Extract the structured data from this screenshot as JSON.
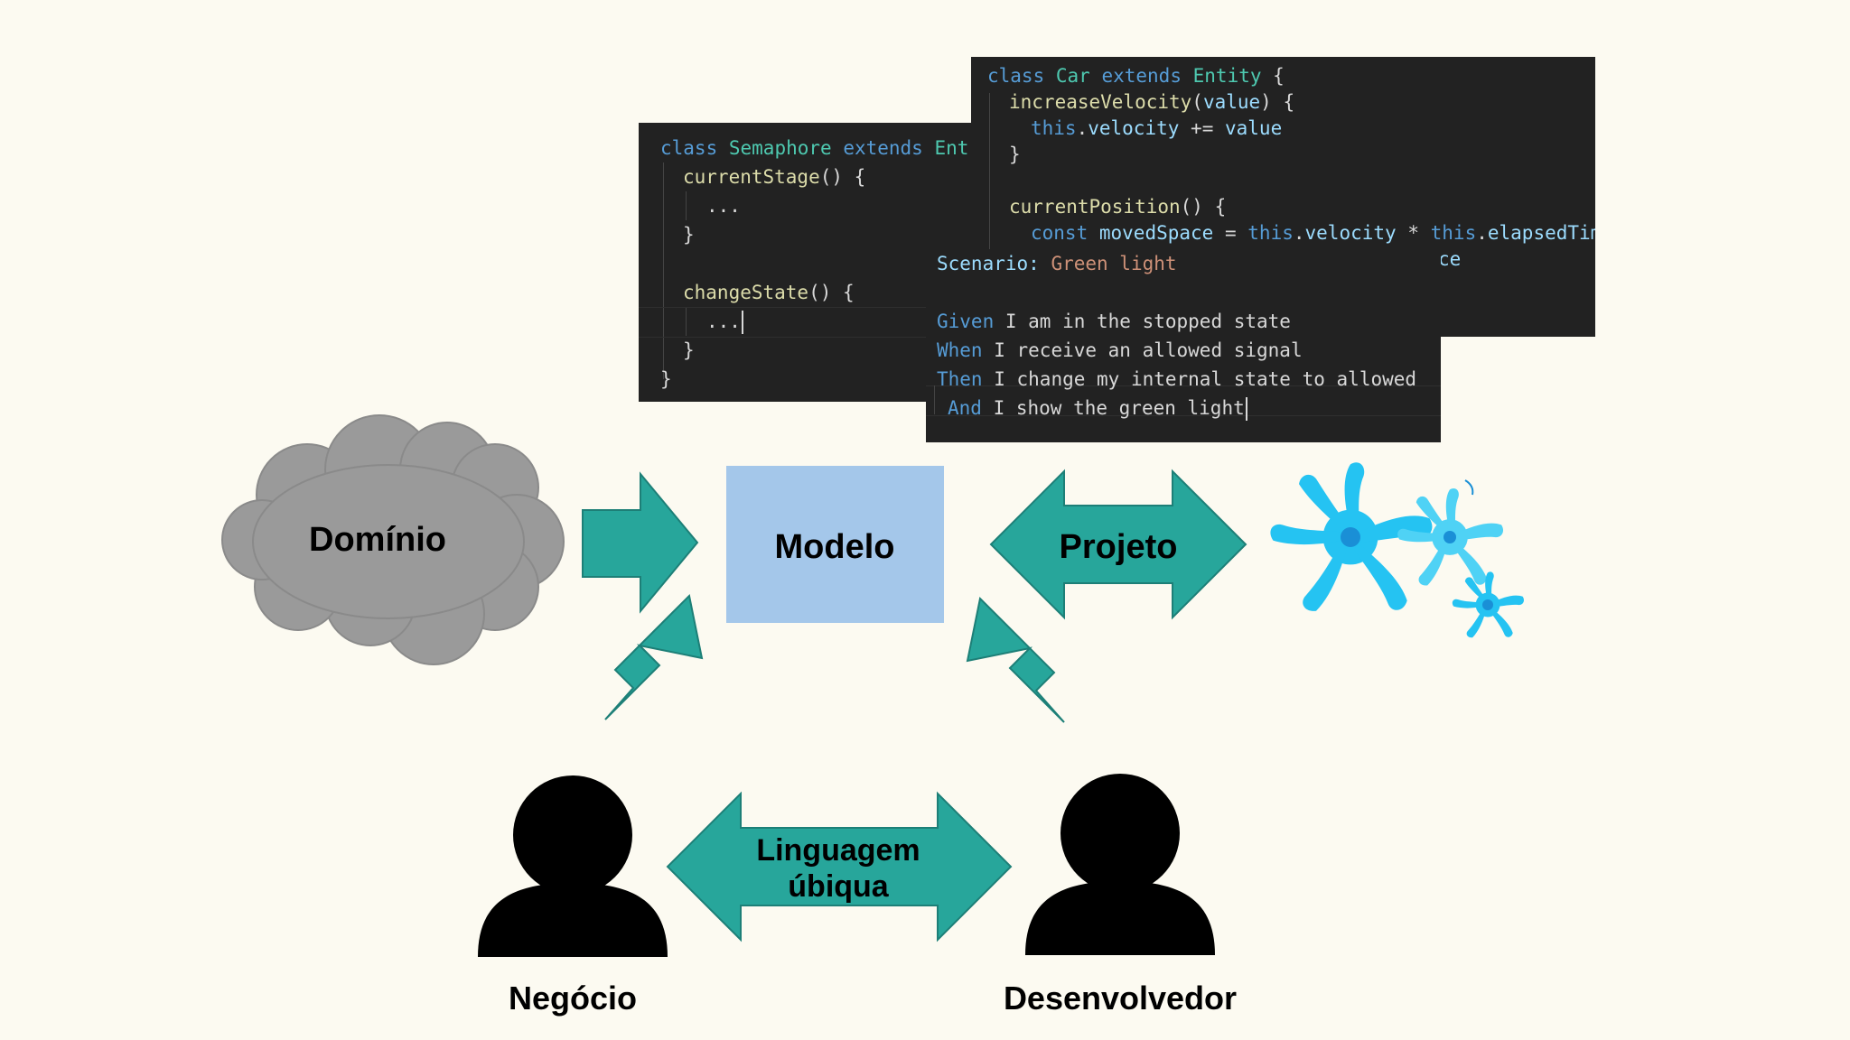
{
  "nodes": {
    "dominio": "Domínio",
    "modelo": "Modelo",
    "projeto": "Projeto",
    "linguagem_line1": "Linguagem",
    "linguagem_line2": "úbiqua",
    "negocio": "Negócio",
    "desenvolvedor": "Desenvolvedor"
  },
  "colors": {
    "arrow": "#27a69b",
    "arrow_stroke": "#1d7f77",
    "modelo_box": "#a4c7ea",
    "cloud": "#9a9a9a",
    "virus": "#25c3f2",
    "background": "#fcfaf1"
  },
  "icons": {
    "cloud": "cloud-icon",
    "person_left": "person-icon",
    "person_right": "person-icon",
    "virus": "virus-icon"
  },
  "code": {
    "semaphore": {
      "l1_kw": "class",
      "l1_name": "Semaphore",
      "l1_ext": "extends",
      "l1_base": "Ent",
      "l2_fn": "currentStage",
      "l2_rest": "() {",
      "l3": "...",
      "l4": "}",
      "l6_fn": "changeState",
      "l6_rest": "() {",
      "l7": "...",
      "l8": "}",
      "l9": "}"
    },
    "car": {
      "l1_kw": "class",
      "l1_name": "Car",
      "l1_ext": "extends",
      "l1_base": "Entity",
      "l1_brace": "{",
      "l2_fn": "increaseVelocity",
      "l2_param": "value",
      "l2_rest": ") {",
      "l3_this": "this",
      "l3_prop": "velocity",
      "l3_op": "+=",
      "l3_val": "value",
      "l4": "}",
      "l6_fn": "currentPosition",
      "l6_rest": "() {",
      "l7_kw": "const",
      "l7_var": "movedSpace",
      "l7_op": "=",
      "l7_this1": "this",
      "l7_prop1": "velocity",
      "l7_mul": "*",
      "l7_this2": "this",
      "l7_prop2": "elapsedTime",
      "l8_tail": "ce"
    },
    "gherkin": {
      "scenario_kw": "Scenario:",
      "scenario_name": "Green light",
      "given_kw": "Given",
      "given_text": "I am in the stopped state",
      "when_kw": "When",
      "when_text": "I receive an allowed signal",
      "then_kw": "Then",
      "then_text": "I change my internal state to allowed",
      "and_kw": "And",
      "and_text": "I show the green light"
    }
  }
}
